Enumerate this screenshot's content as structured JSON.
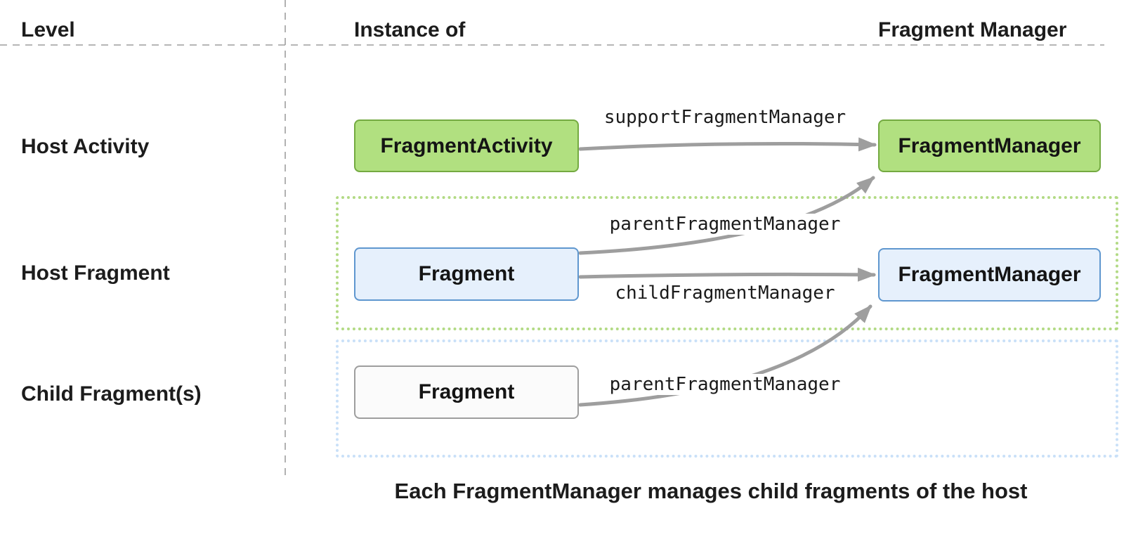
{
  "headers": {
    "level": "Level",
    "instance_of": "Instance of",
    "fragment_manager": "Fragment Manager"
  },
  "rows": {
    "host_activity": "Host Activity",
    "host_fragment": "Host Fragment",
    "child_fragments": "Child Fragment(s)"
  },
  "boxes": {
    "fragment_activity": "FragmentActivity",
    "fragment_manager_activity": "FragmentManager",
    "fragment_host": "Fragment",
    "fragment_manager_host": "FragmentManager",
    "fragment_child": "Fragment"
  },
  "edges": {
    "support_fragment_manager": "supportFragmentManager",
    "parent_fragment_manager_host": "parentFragmentManager",
    "child_fragment_manager": "childFragmentManager",
    "parent_fragment_manager_child": "parentFragmentManager"
  },
  "caption": "Each FragmentManager manages child fragments of the host",
  "colors": {
    "green_fill": "#b1e080",
    "green_border": "#74aa41",
    "blue_fill": "#e6f0fc",
    "blue_border": "#5f97cf",
    "plain_fill": "#fbfbfb",
    "plain_border": "#9e9e9e",
    "green_dotted": "#b2da84",
    "blue_dotted": "#c9e0f8",
    "arrow_gray": "#9e9e9e",
    "divider_gray": "#9e9e9e"
  }
}
